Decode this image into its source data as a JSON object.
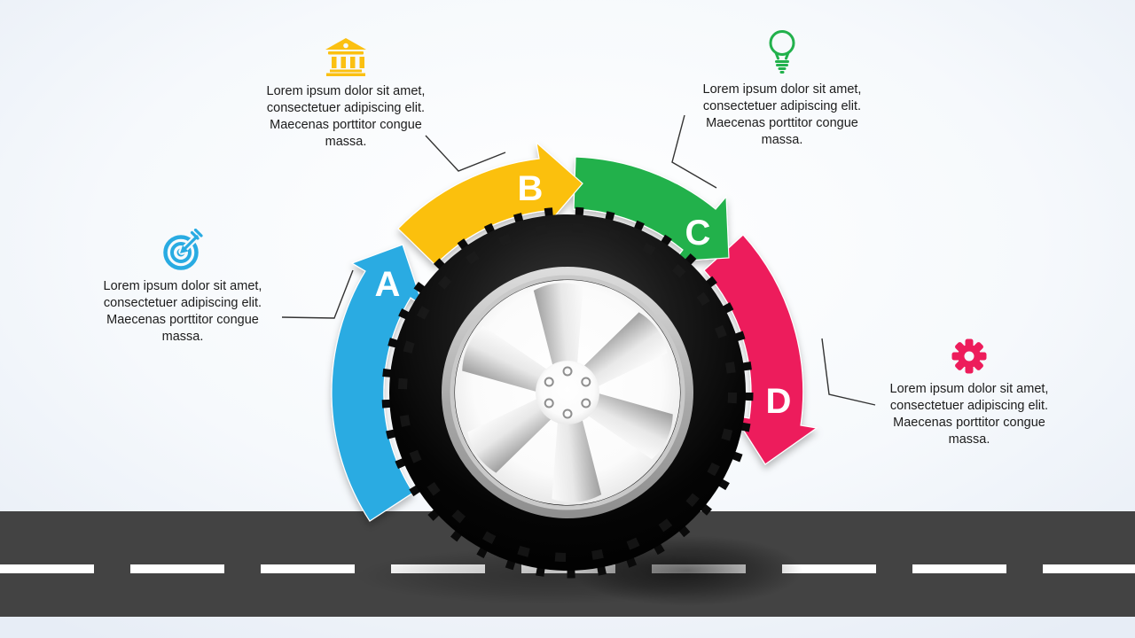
{
  "slide": {
    "background": {
      "center_color": "#ffffff",
      "edge_color": "#e7edf6"
    },
    "road": {
      "color": "#434343",
      "lane_line_color": "#ffffff"
    },
    "wheel": {
      "tire_color": "#050505",
      "rim_color": "#ffffff"
    }
  },
  "steps": [
    {
      "letter": "A",
      "color": "#29ABE2",
      "icon": "target-icon",
      "description": "Lorem ipsum dolor sit amet, consectetuer adipiscing elit. Maecenas porttitor congue massa."
    },
    {
      "letter": "B",
      "color": "#FBC011",
      "icon": "bank-icon",
      "description": "Lorem ipsum dolor sit amet, consectetuer adipiscing elit. Maecenas porttitor congue massa."
    },
    {
      "letter": "C",
      "color": "#22B14C",
      "icon": "lightbulb-icon",
      "description": "Lorem ipsum dolor sit amet, consectetuer adipiscing elit. Maecenas porttitor congue massa."
    },
    {
      "letter": "D",
      "color": "#ED1C5B",
      "icon": "gear-icon",
      "description": "Lorem ipsum dolor sit amet, consectetuer adipiscing elit. Maecenas porttitor congue massa."
    }
  ]
}
